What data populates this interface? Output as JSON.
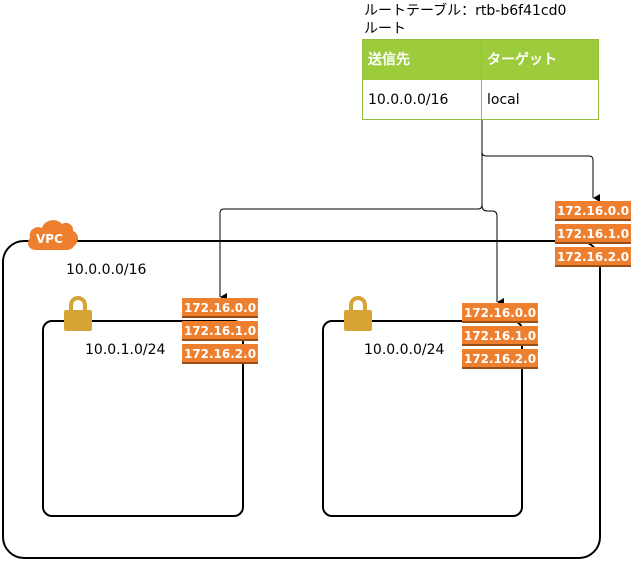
{
  "route_table": {
    "title": "ルートテーブル：rtb-b6f41cd0",
    "subtitle": "ルート",
    "headers": [
      "送信先",
      "ターゲット"
    ],
    "rows": [
      [
        "10.0.0.0/16",
        "local"
      ]
    ],
    "header_color": "#9ccb3b"
  },
  "vpc": {
    "icon_label": "VPC",
    "cidr": "10.0.0.0/16",
    "routes": [
      "172.16.0.0",
      "172.16.1.0",
      "172.16.2.0"
    ]
  },
  "subnets": [
    {
      "cidr": "10.0.1.0/24",
      "routes": [
        "172.16.0.0",
        "172.16.1.0",
        "172.16.2.0"
      ]
    },
    {
      "cidr": "10.0.0.0/24",
      "routes": [
        "172.16.0.0",
        "172.16.1.0",
        "172.16.2.0"
      ]
    }
  ],
  "colors": {
    "route_orange": "#ee7f2e",
    "lock_gold": "#d7a436",
    "vpc_orange": "#ee7f2e"
  }
}
